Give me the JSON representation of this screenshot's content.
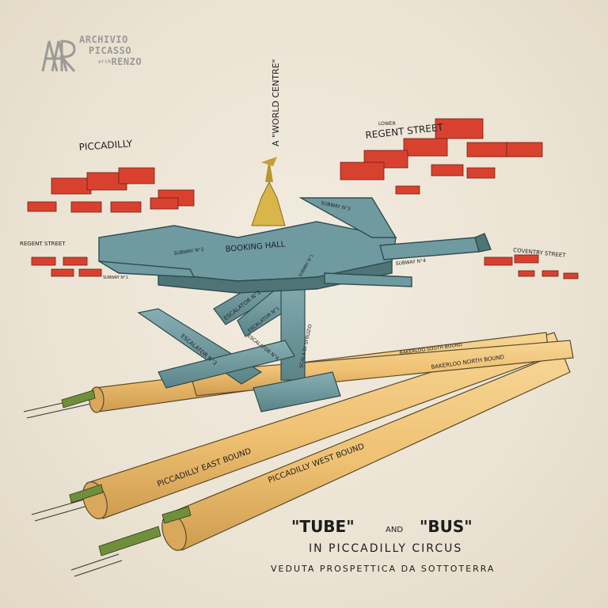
{
  "logo": {
    "line1": "ARCHIVIO",
    "line2": "PICASSO",
    "line3_prefix": "arch",
    "line3": "RENZO"
  },
  "labels": {
    "world_centre": "A \"WORLD CENTRE\"",
    "piccadilly": "PICCADILLY",
    "lower": "LOWER",
    "regent_street_upper": "REGENT STREET",
    "regent_street_left": "REGENT STREET",
    "coventry_street": "COVENTRY STREET",
    "booking_hall": "BOOKING HALL",
    "subway_2": "SUBWAY N°2",
    "subway_3": "SUBWAY N°3",
    "subway_4": "SUBWAY N°4",
    "subway_1": "SUBWAY N°1",
    "subway_left": "SUBWAY N°1",
    "escalator_1": "ESCALATOR N°2",
    "escalator_2": "ESCALATOR N°1",
    "escalator_3": "ESCALATOR N°3",
    "escalator_4": "ESCALATOR N°4",
    "scala": "SCALA DI SFRUZIO",
    "bakerloo_south": "BAKERLOO SOUTH BOUND",
    "bakerloo_north": "BAKERLOO NORTH BOUND",
    "piccadilly_east": "PICCADILLY EAST BOUND",
    "piccadilly_west": "PICCADILLY WEST BOUND"
  },
  "caption": {
    "line1_a": "\"TUBE\"",
    "line1_and": "AND",
    "line1_b": "\"BUS\"",
    "line2": "IN PICCADILLY CIRCUS",
    "line3": "VEDUTA PROSPETTICA DA SOTTOTERRA"
  },
  "colors": {
    "paper": "#ece5d6",
    "structure": "#6f9aa0",
    "structure_dark": "#3f6468",
    "tube": "#f0c678",
    "tube_dark": "#c8974a",
    "bus": "#d9412f",
    "train": "#6f8f3a",
    "gold": "#d9b64a"
  }
}
